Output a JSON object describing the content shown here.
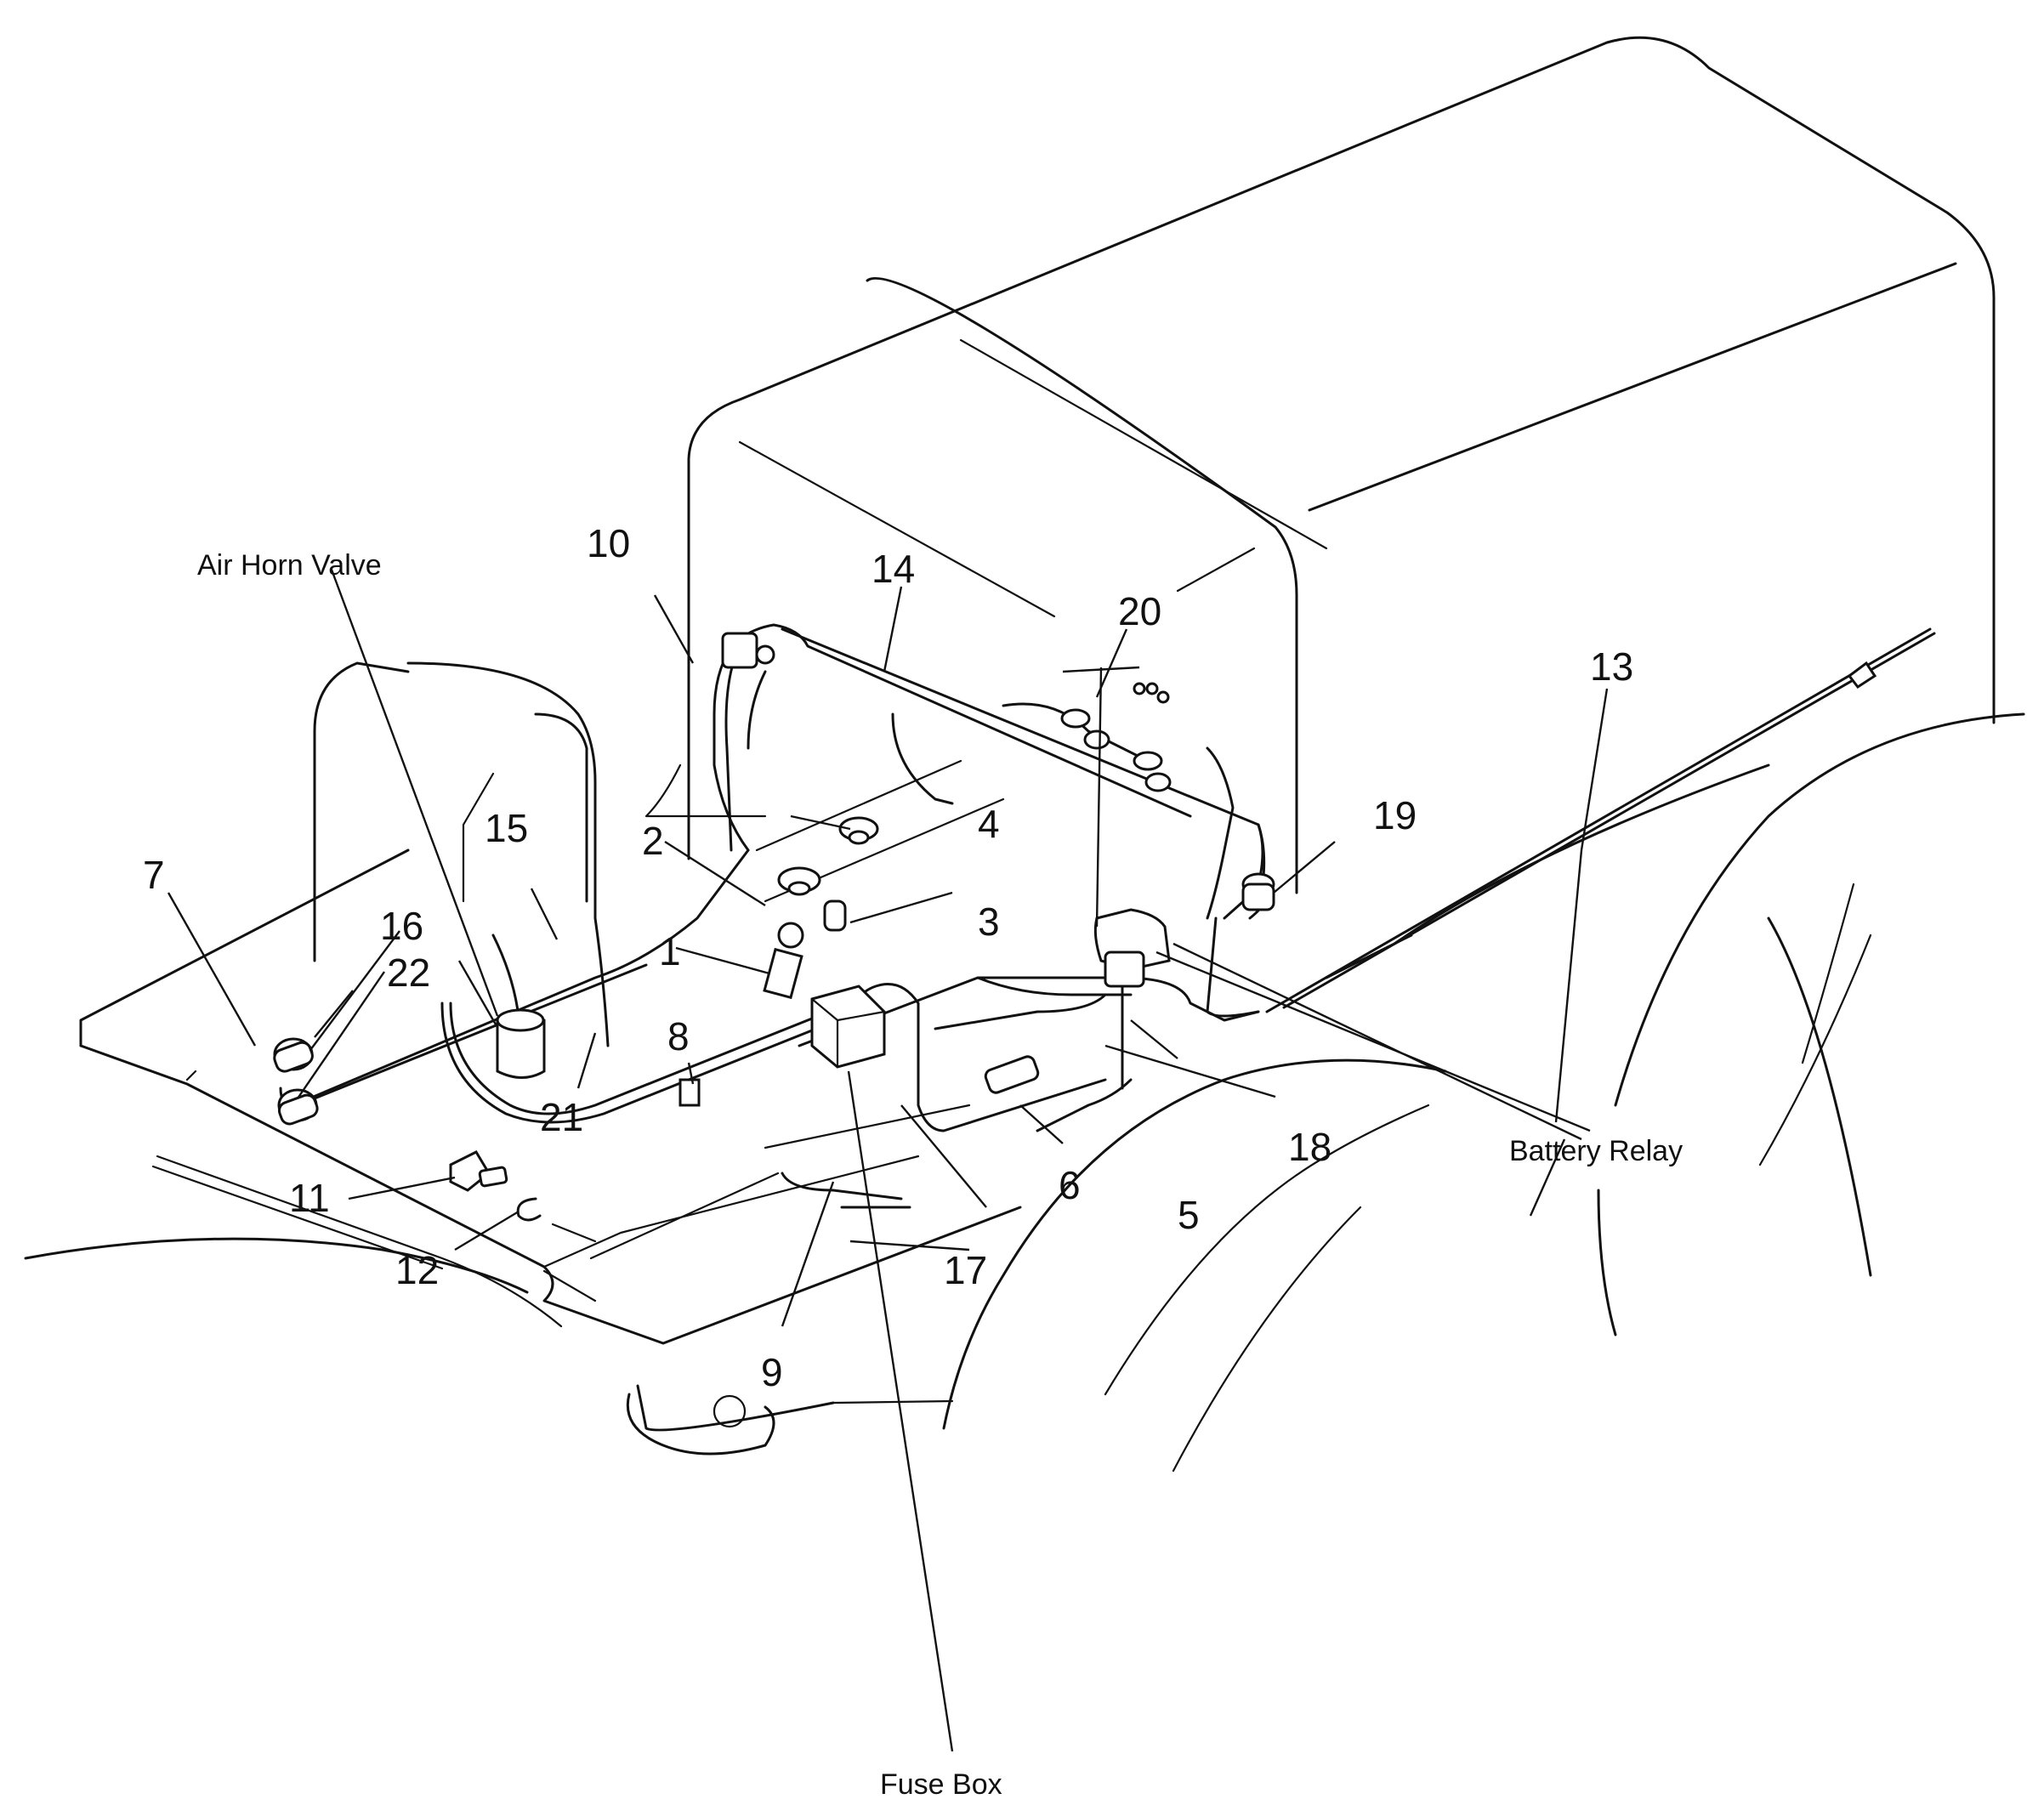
{
  "labels": {
    "air_horn_valve": "Air Horn Valve",
    "fuse_box": "Fuse Box",
    "battery_relay": "Battery Relay"
  },
  "callouts": {
    "n1": "1",
    "n2": "2",
    "n3": "3",
    "n4": "4",
    "n5": "5",
    "n6": "6",
    "n7": "7",
    "n8": "8",
    "n9": "9",
    "n10": "10",
    "n11": "11",
    "n12": "12",
    "n13": "13",
    "n14": "14",
    "n15": "15",
    "n16": "16",
    "n17": "17",
    "n18": "18",
    "n19": "19",
    "n20": "20",
    "n21": "21",
    "n22": "22"
  }
}
